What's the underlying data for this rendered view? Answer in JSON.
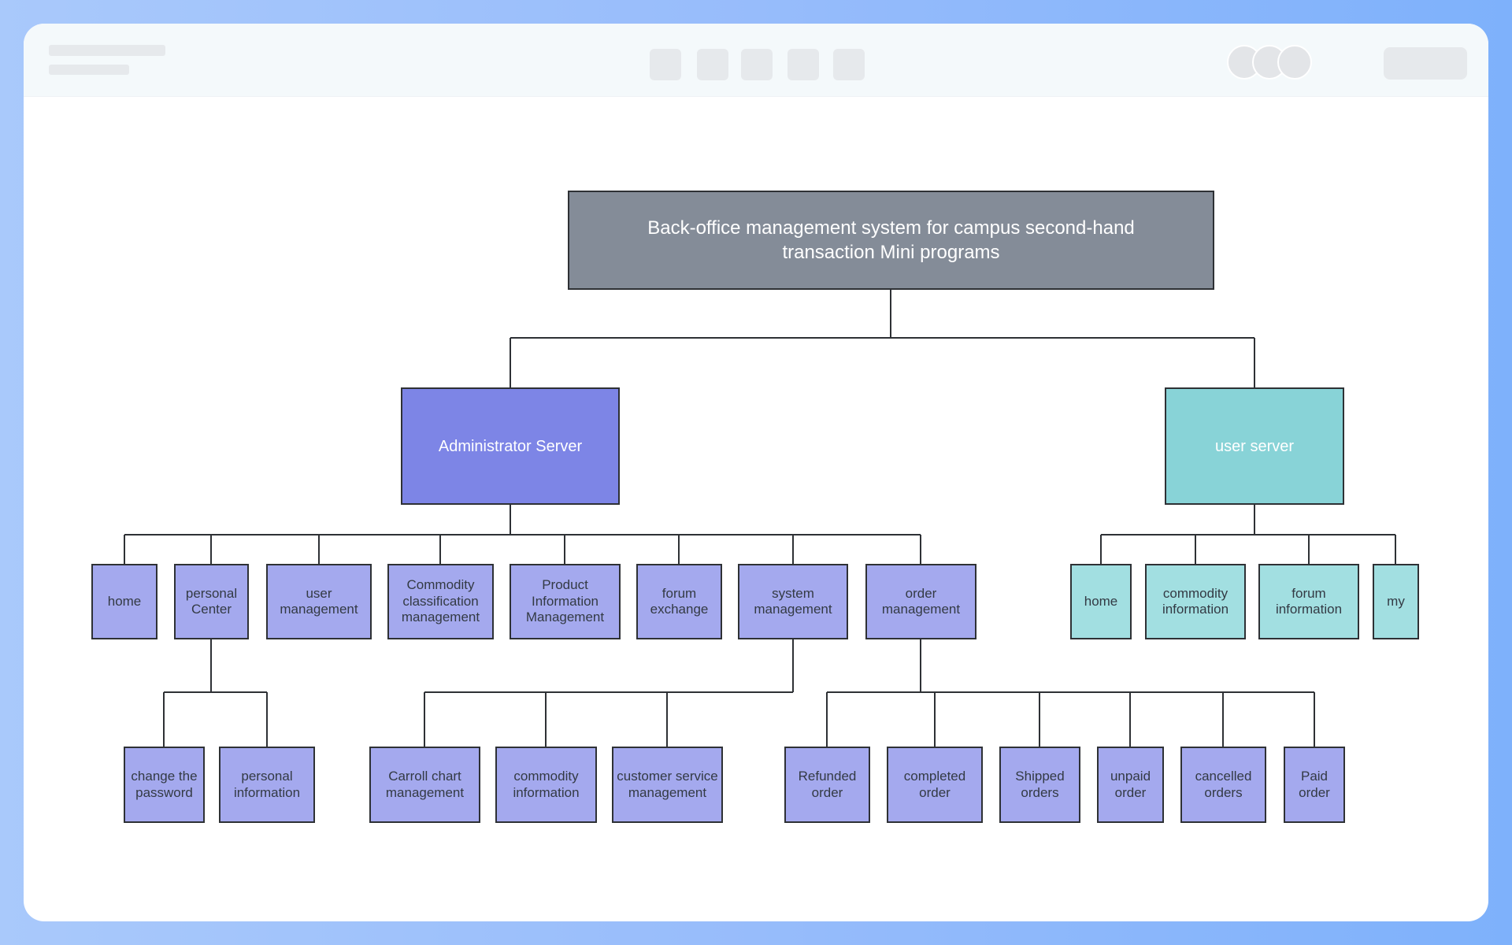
{
  "colors": {
    "root": "#848c98",
    "admin": "#7d85e6",
    "admin_child": "#a4a9ee",
    "user": "#88d3d7",
    "user_child": "#a2dfe1",
    "line": "#2e3135"
  },
  "diagram": {
    "root": {
      "label": "Back-office management system for campus second-hand transaction Mini programs"
    },
    "admin_server": {
      "label": "Administrator Server",
      "modules": [
        {
          "label": "home"
        },
        {
          "label": "personal Center",
          "children": [
            "change the password",
            "personal information"
          ]
        },
        {
          "label": "user management"
        },
        {
          "label": "Commodity classification management"
        },
        {
          "label": "Product Information Management"
        },
        {
          "label": "forum exchange"
        },
        {
          "label": "system management",
          "children": [
            "Carroll chart management",
            "commodity information",
            "customer service management"
          ]
        },
        {
          "label": "order management",
          "children": [
            "Refunded order",
            "completed order",
            "Shipped orders",
            "unpaid order",
            "cancelled orders",
            "Paid order"
          ]
        }
      ]
    },
    "user_server": {
      "label": "user server",
      "modules": [
        {
          "label": "home"
        },
        {
          "label": "commodity information"
        },
        {
          "label": "forum information"
        },
        {
          "label": "my"
        }
      ]
    }
  }
}
